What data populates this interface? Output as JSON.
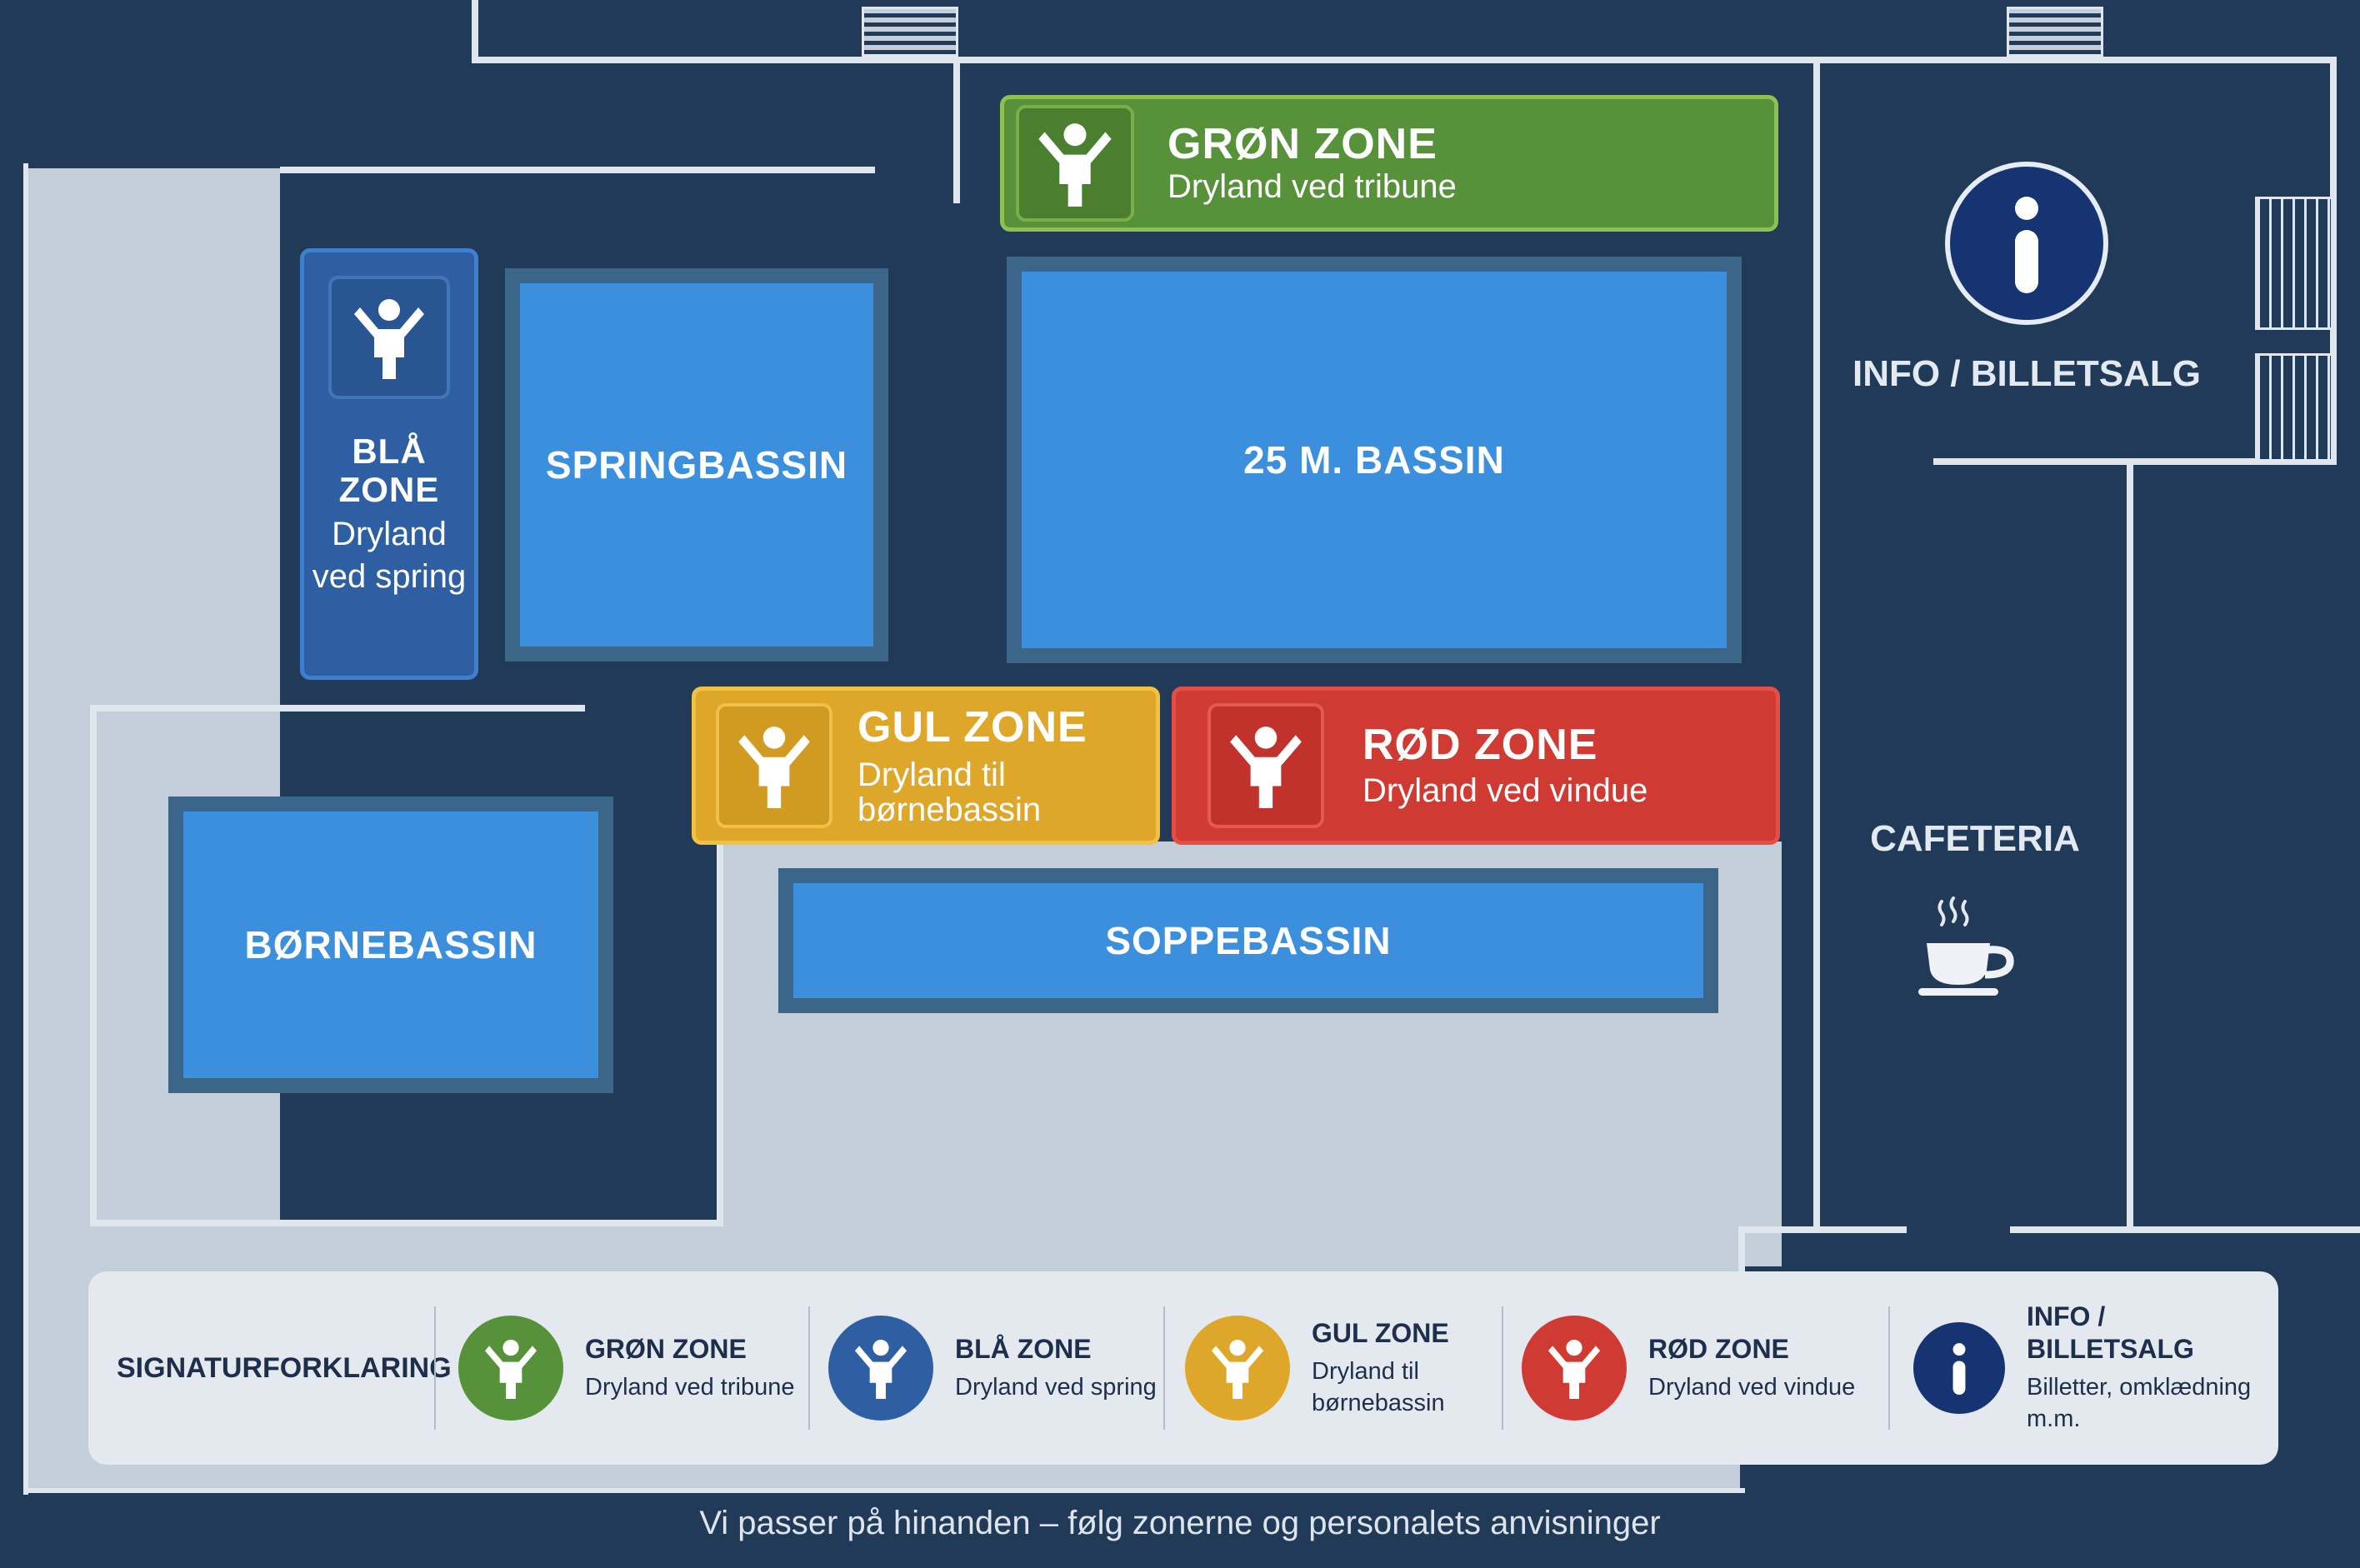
{
  "colors": {
    "background": "#203a57",
    "pool": "#3b8fdc",
    "green_zone": "#57923a",
    "blue_zone": "#2f5fa3",
    "yellow_zone": "#dfa72a",
    "red_zone": "#cf3a33",
    "info": "#163472"
  },
  "pools": {
    "springbassin": "SPRINGBASSIN",
    "main": "25 M. BASSIN",
    "borne": "BØRNEBASSIN",
    "soppe": "SOPPEBASSIN"
  },
  "zones": {
    "green": {
      "title": "GRØN ZONE",
      "subtitle": "Dryland ved tribune",
      "icon": "child-icon"
    },
    "blue": {
      "title": "BLÅ ZONE",
      "line1": "Dryland",
      "line2": "ved spring",
      "icon": "child-icon"
    },
    "yellow": {
      "title": "GUL ZONE",
      "line1": "Dryland til",
      "line2": "børnebassin",
      "icon": "child-icon"
    },
    "red": {
      "title": "RØD ZONE",
      "subtitle": "Dryland ved vindue",
      "icon": "child-icon"
    }
  },
  "info": {
    "label": "INFO / BILLETSALG",
    "icon": "info-icon"
  },
  "cafeteria": {
    "label": "CAFETERIA",
    "icon": "coffee-cup-icon"
  },
  "legend": {
    "heading": "SIGNATURFORKLARING",
    "items": [
      {
        "title": "GRØN ZONE",
        "line1": "Dryland ved tribune",
        "line2": ""
      },
      {
        "title": "BLÅ ZONE",
        "line1": "Dryland ved spring",
        "line2": ""
      },
      {
        "title": "GUL ZONE",
        "line1": "Dryland til",
        "line2": "børnebassin"
      },
      {
        "title": "RØD ZONE",
        "line1": "Dryland ved vindue",
        "line2": ""
      },
      {
        "title": "INFO / BILLETSALG",
        "line1": "Billetter, omklædning",
        "line2": "m.m."
      }
    ]
  },
  "footer": "Vi passer på hinanden – følg zonerne og personalets anvisninger"
}
